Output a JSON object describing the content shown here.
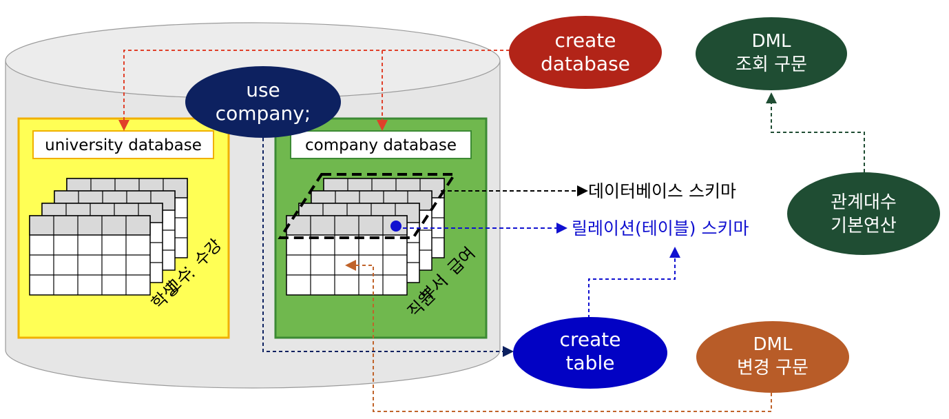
{
  "databases": {
    "university": {
      "label": "university database",
      "tables": [
        "학생",
        "교수",
        "⋮",
        "수강"
      ]
    },
    "company": {
      "label": "company database",
      "tables": [
        "직원",
        "부서",
        "⋮",
        "급여"
      ]
    }
  },
  "bubbles": {
    "use_company": [
      "use",
      "company;"
    ],
    "create_database": [
      "create",
      "database"
    ],
    "dml_select": [
      "DML",
      "조회 구문"
    ],
    "relational_algebra": [
      "관계대수",
      "기본연산"
    ],
    "create_table": [
      "create",
      "table"
    ],
    "dml_modify": [
      "DML",
      "변경 구문"
    ]
  },
  "annotations": {
    "database_schema": "데이터베이스 스키마",
    "relation_schema": "릴레이션(테이블) 스키마"
  },
  "colors": {
    "cylinder": "#e6e6e6",
    "university_bg": "#ffff55",
    "company_bg": "#70b84e",
    "create_database": "#b22418",
    "use_company": "#0d2160",
    "dml_select": "#1f4d33",
    "relational_algebra": "#1f4d33",
    "create_table": "#0202c4",
    "dml_modify": "#b85c28",
    "relation_schema_text": "#1010d0"
  }
}
